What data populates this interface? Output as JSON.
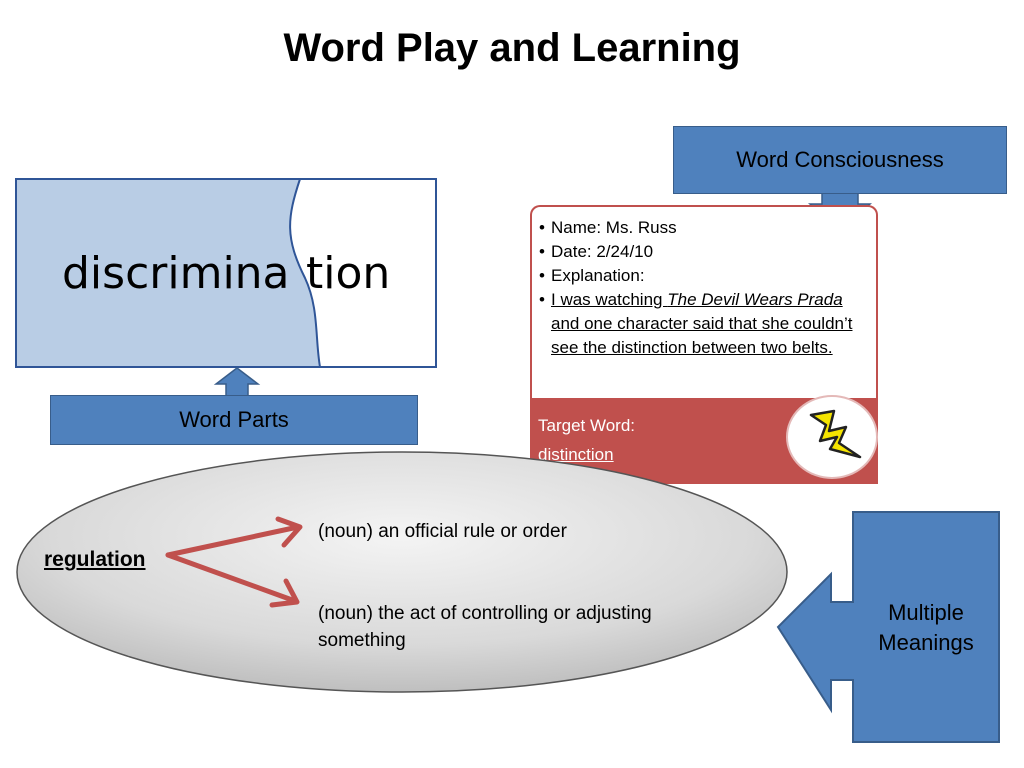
{
  "slide": {
    "title": "Word Play and Learning"
  },
  "word_parts": {
    "part_1": "discrimina",
    "part_2": "tion",
    "label": "Word Parts"
  },
  "word_consciousness": {
    "label": "Word Consciousness",
    "card": {
      "name": "Name: Ms. Russ",
      "date": "Date: 2/24/10",
      "explanation_label": "Explanation:",
      "explanation_pre": "I was watching ",
      "explanation_title": "The Devil Wears Prada",
      "explanation_post": " and one character said that she couldn’t see the distinction between two belts.",
      "target_label": "Target Word:",
      "target_word": "distinction",
      "icon": "lightning-bolt-icon"
    }
  },
  "multiple_meanings": {
    "label_line1": "Multiple",
    "label_line2": "Meanings",
    "word": "regulation",
    "definition_1": "(noun) an official rule or order",
    "definition_2": "(noun) the act of controlling or adjusting something"
  },
  "colors": {
    "box_blue": "#4f81bd",
    "light_blue": "#b9cde5",
    "card_red": "#c0504d",
    "arrow_red": "#c0504d",
    "bolt_yellow": "#f5e400"
  }
}
